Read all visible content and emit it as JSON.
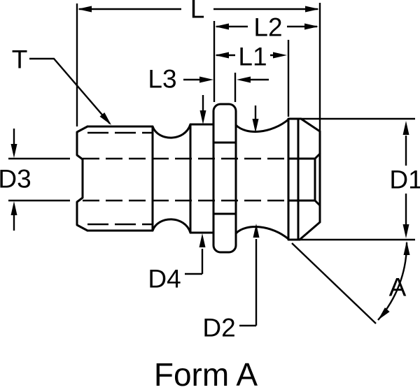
{
  "figure": {
    "caption": "Form A",
    "type_description": "pull-stud retention knob engineering drawing"
  },
  "labels": {
    "length_overall": "L",
    "length_l1": "L1",
    "length_l2": "L2",
    "length_l3": "L3",
    "thread": "T",
    "dia_d1": "D1",
    "dia_d2": "D2",
    "dia_d3": "D3",
    "dia_d4": "D4",
    "angle": "A"
  },
  "colors": {
    "line": "#000000",
    "background": "#ffffff"
  }
}
